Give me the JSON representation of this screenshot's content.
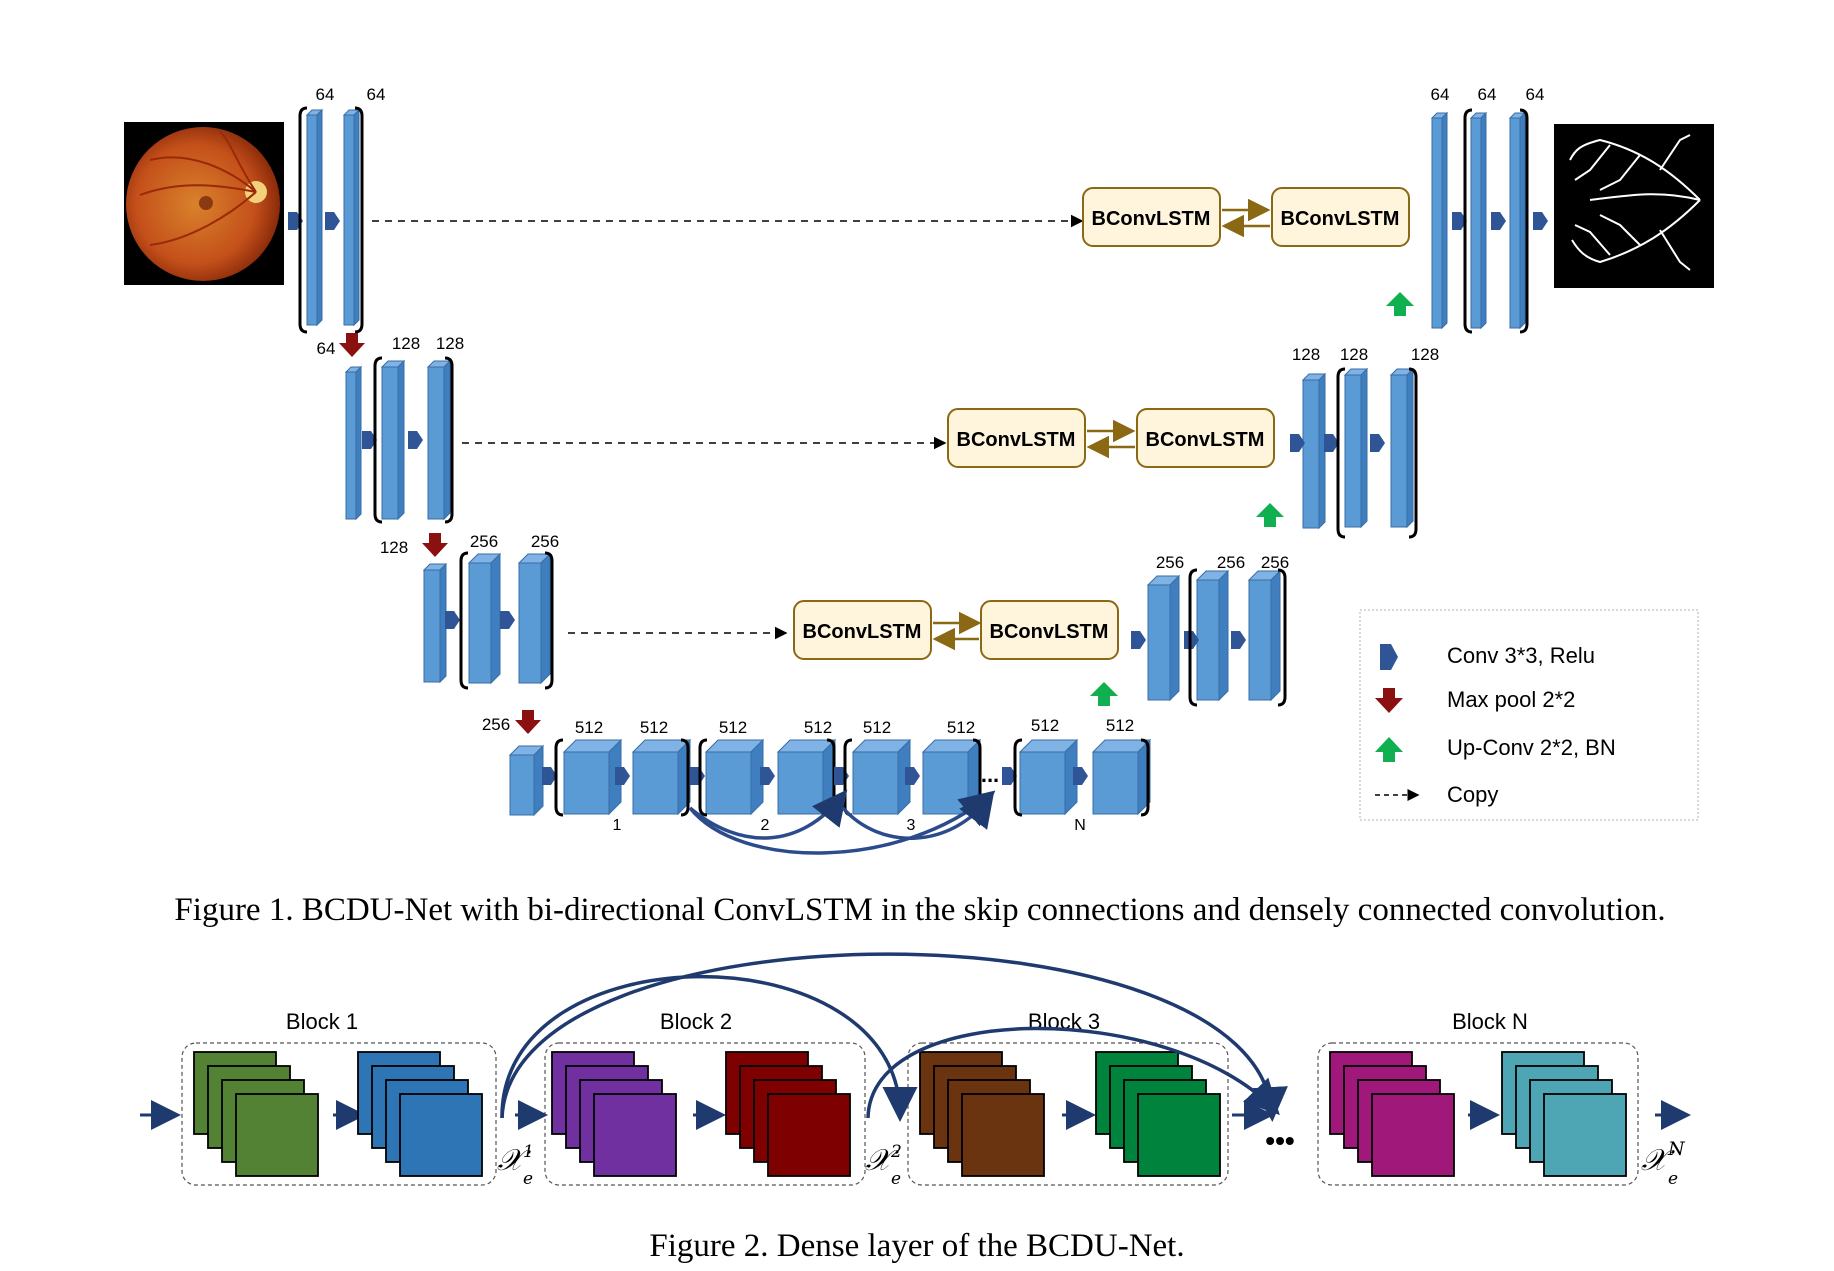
{
  "fig1": {
    "caption": "Figure 1. BCDU-Net with bi-directional ConvLSTM in the skip connections and densely connected convolution.",
    "bconvlstm_label": "BConvLSTM",
    "level1": {
      "enc_a": "64",
      "enc_b": "64",
      "pool": "64",
      "dec_a": "64",
      "dec_b": "64",
      "dec_c": "64"
    },
    "level2": {
      "enc_a": "128",
      "enc_b": "128",
      "pool": "128",
      "dec_a": "128",
      "dec_b": "128",
      "dec_c": "128"
    },
    "level3": {
      "enc_a": "256",
      "enc_b": "256",
      "pool": "256",
      "dec_a": "256",
      "dec_b": "256",
      "dec_c": "256"
    },
    "bottleneck": {
      "c1a": "512",
      "c1b": "512",
      "c2a": "512",
      "c2b": "512",
      "c3a": "512",
      "c3b": "512",
      "cNa": "512",
      "cNb": "512",
      "idx1": "1",
      "idx2": "2",
      "idx3": "3",
      "idxN": "N",
      "ellipsis": "..."
    },
    "legend": {
      "conv": "Conv 3*3, Relu",
      "pool": "Max pool 2*2",
      "upconv": "Up-Conv 2*2, BN",
      "copy": "Copy"
    },
    "colors": {
      "block": "#5b9bd5",
      "pool_arrow": "#8b1010",
      "up_arrow": "#10b050",
      "lstm_fill": "#fff4dc",
      "lstm_border": "#8b6914"
    }
  },
  "fig2": {
    "caption": "Figure 2. Dense layer of the BCDU-Net.",
    "blocks": [
      "Block 1",
      "Block 2",
      "Block 3",
      "Block N"
    ],
    "xe1_sup": "1",
    "xe2_sup": "2",
    "xeN_sup": "N",
    "x_symbol": "𝒳",
    "e_sub": "e",
    "ellipsis": "•••",
    "colors": {
      "green": "#548235",
      "blue": "#2e75b6",
      "purple": "#7030a0",
      "darkred": "#7f0000",
      "brown": "#6b3410",
      "green2": "#00843d",
      "magenta": "#a0187a",
      "teal": "#4ea6b5"
    }
  }
}
